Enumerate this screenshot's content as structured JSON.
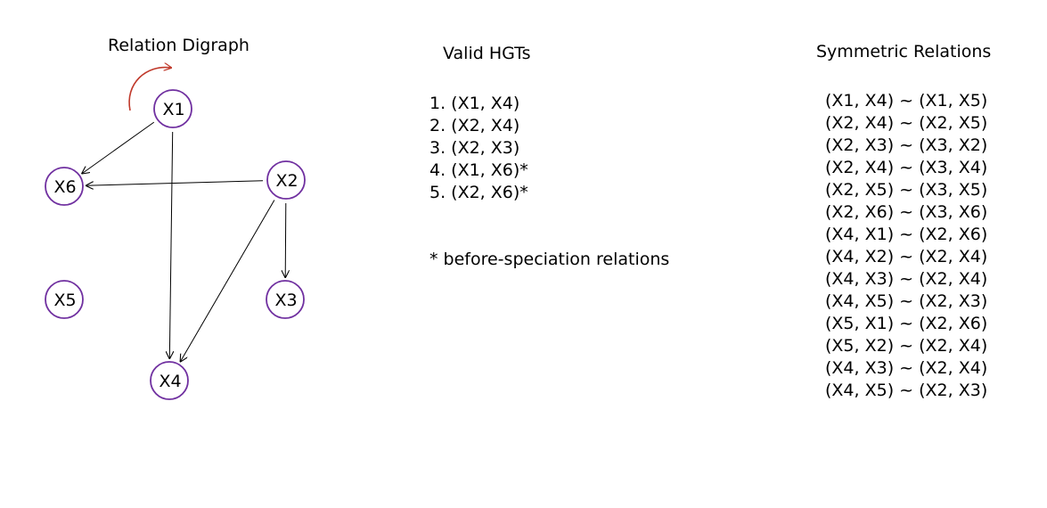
{
  "colors": {
    "node_border": "#7030a0",
    "self_loop": "#c0392b",
    "edge": "#000000",
    "text": "#000000"
  },
  "digraph": {
    "title": "Relation Digraph",
    "nodes": [
      {
        "id": "X1",
        "label": "X1"
      },
      {
        "id": "X2",
        "label": "X2"
      },
      {
        "id": "X3",
        "label": "X3"
      },
      {
        "id": "X4",
        "label": "X4"
      },
      {
        "id": "X5",
        "label": "X5"
      },
      {
        "id": "X6",
        "label": "X6"
      }
    ],
    "edges": [
      {
        "from": "X1",
        "to": "X1",
        "kind": "self-loop"
      },
      {
        "from": "X1",
        "to": "X6"
      },
      {
        "from": "X1",
        "to": "X4"
      },
      {
        "from": "X2",
        "to": "X6"
      },
      {
        "from": "X2",
        "to": "X3"
      },
      {
        "from": "X2",
        "to": "X4"
      }
    ]
  },
  "hgts": {
    "title": "Valid HGTs",
    "items": [
      "1. (X1, X4)",
      "2. (X2, X4)",
      "3. (X2, X3)",
      "4. (X1, X6)*",
      "5. (X2, X6)*"
    ],
    "note": "* before-speciation relations"
  },
  "symmetric": {
    "title": "Symmetric Relations",
    "items": [
      "(X1, X4) ~ (X1, X5)",
      "(X2, X4) ~ (X2, X5)",
      "(X2, X3) ~ (X3, X2)",
      "(X2, X4) ~ (X3, X4)",
      "(X2, X5) ~ (X3, X5)",
      "(X2, X6) ~ (X3, X6)",
      "(X4, X1) ~ (X2, X6)",
      "(X4, X2) ~ (X2, X4)",
      "(X4, X3) ~ (X2, X4)",
      "(X4, X5) ~ (X2, X3)",
      "(X5, X1) ~ (X2, X6)",
      "(X5, X2) ~ (X2, X4)",
      "(X4, X3) ~ (X2, X4)",
      "(X4, X5) ~ (X2, X3)"
    ]
  }
}
